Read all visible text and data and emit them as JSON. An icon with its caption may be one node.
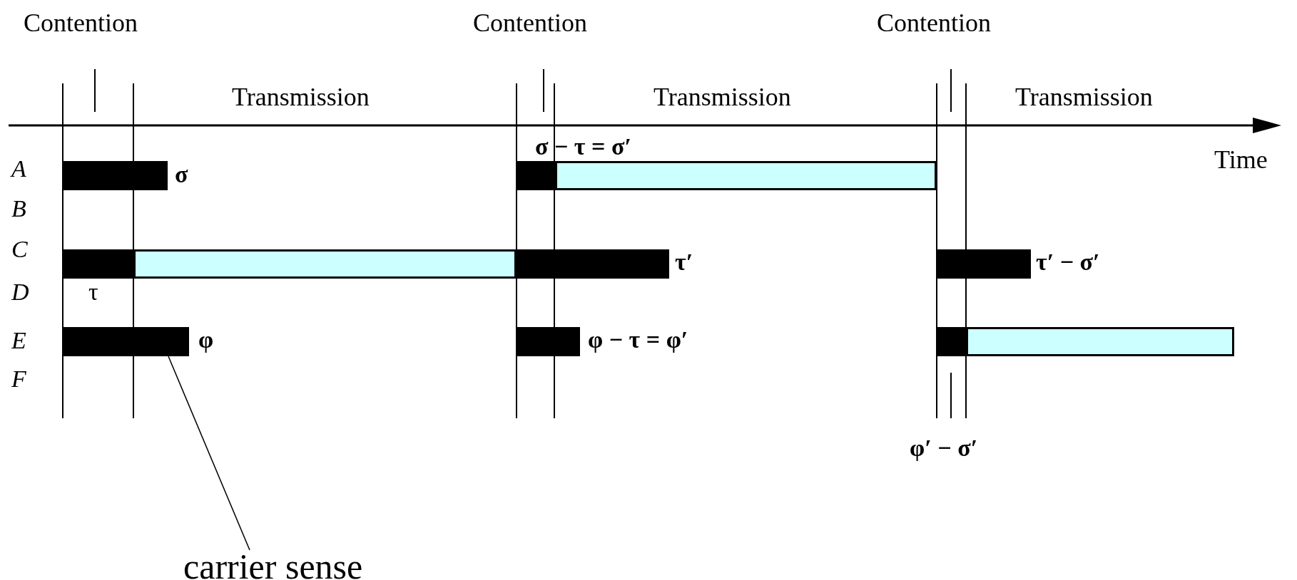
{
  "diagram": {
    "nodes": [
      {
        "text": [],
        "shape": "bar",
        "beside": [
          "σ"
        ]
      },
      {
        "text": [],
        "shape": "bar",
        "beside": [
          "σ − τ = σ′"
        ]
      },
      {
        "text": [],
        "shape": "bar"
      },
      {
        "text": [],
        "shape": "bar"
      },
      {
        "text": [],
        "shape": "bar"
      },
      {
        "text": [],
        "shape": "bar",
        "beside": [
          "τ′"
        ]
      },
      {
        "text": [],
        "shape": "bar",
        "beside": [
          "τ′ − σ′"
        ]
      },
      {
        "text": [],
        "shape": "bar",
        "beside": [
          "φ"
        ]
      },
      {
        "text": [],
        "shape": "bar",
        "beside": [
          "φ − τ = φ′"
        ]
      },
      {
        "text": [],
        "shape": "bar"
      },
      {
        "text": [],
        "shape": "bar"
      },
      {
        "text": [
          "carrier sense"
        ]
      }
    ],
    "edges": [
      {
        "from": 11,
        "to": 7,
        "arrow": "none"
      }
    ],
    "labels": [
      "Contention",
      "Contention",
      "Contention",
      "Transmission",
      "Transmission",
      "Transmission",
      "Time",
      "A",
      "B",
      "C",
      "D",
      "τ",
      "E",
      "F",
      "φ′ − σ′"
    ]
  }
}
